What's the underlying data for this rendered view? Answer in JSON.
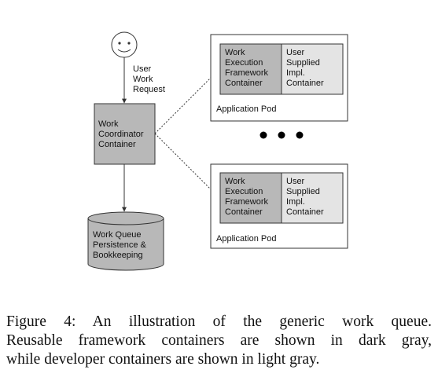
{
  "diagram": {
    "user_label": [
      "User",
      "Work",
      "Request"
    ],
    "coordinator_label": [
      "Work",
      "Coordinator",
      "Container"
    ],
    "queue_label": [
      "Work Queue",
      "Persistence &",
      "Bookkeeping"
    ],
    "framework_label": [
      "Work",
      "Execution",
      "Framework",
      "Container"
    ],
    "user_container_label": [
      "User",
      "Supplied",
      "Impl.",
      "Container"
    ],
    "pod_label": "Application Pod",
    "colors": {
      "dark_gray": "#b8b8b8",
      "light_gray": "#e4e4e4",
      "border": "#333333",
      "dot": "#000000"
    }
  },
  "caption": {
    "lines": [
      "Figure 4:  An illustration of the generic work queue.",
      "Reusable framework containers are shown in dark gray,",
      "while developer containers are shown in light gray."
    ]
  }
}
